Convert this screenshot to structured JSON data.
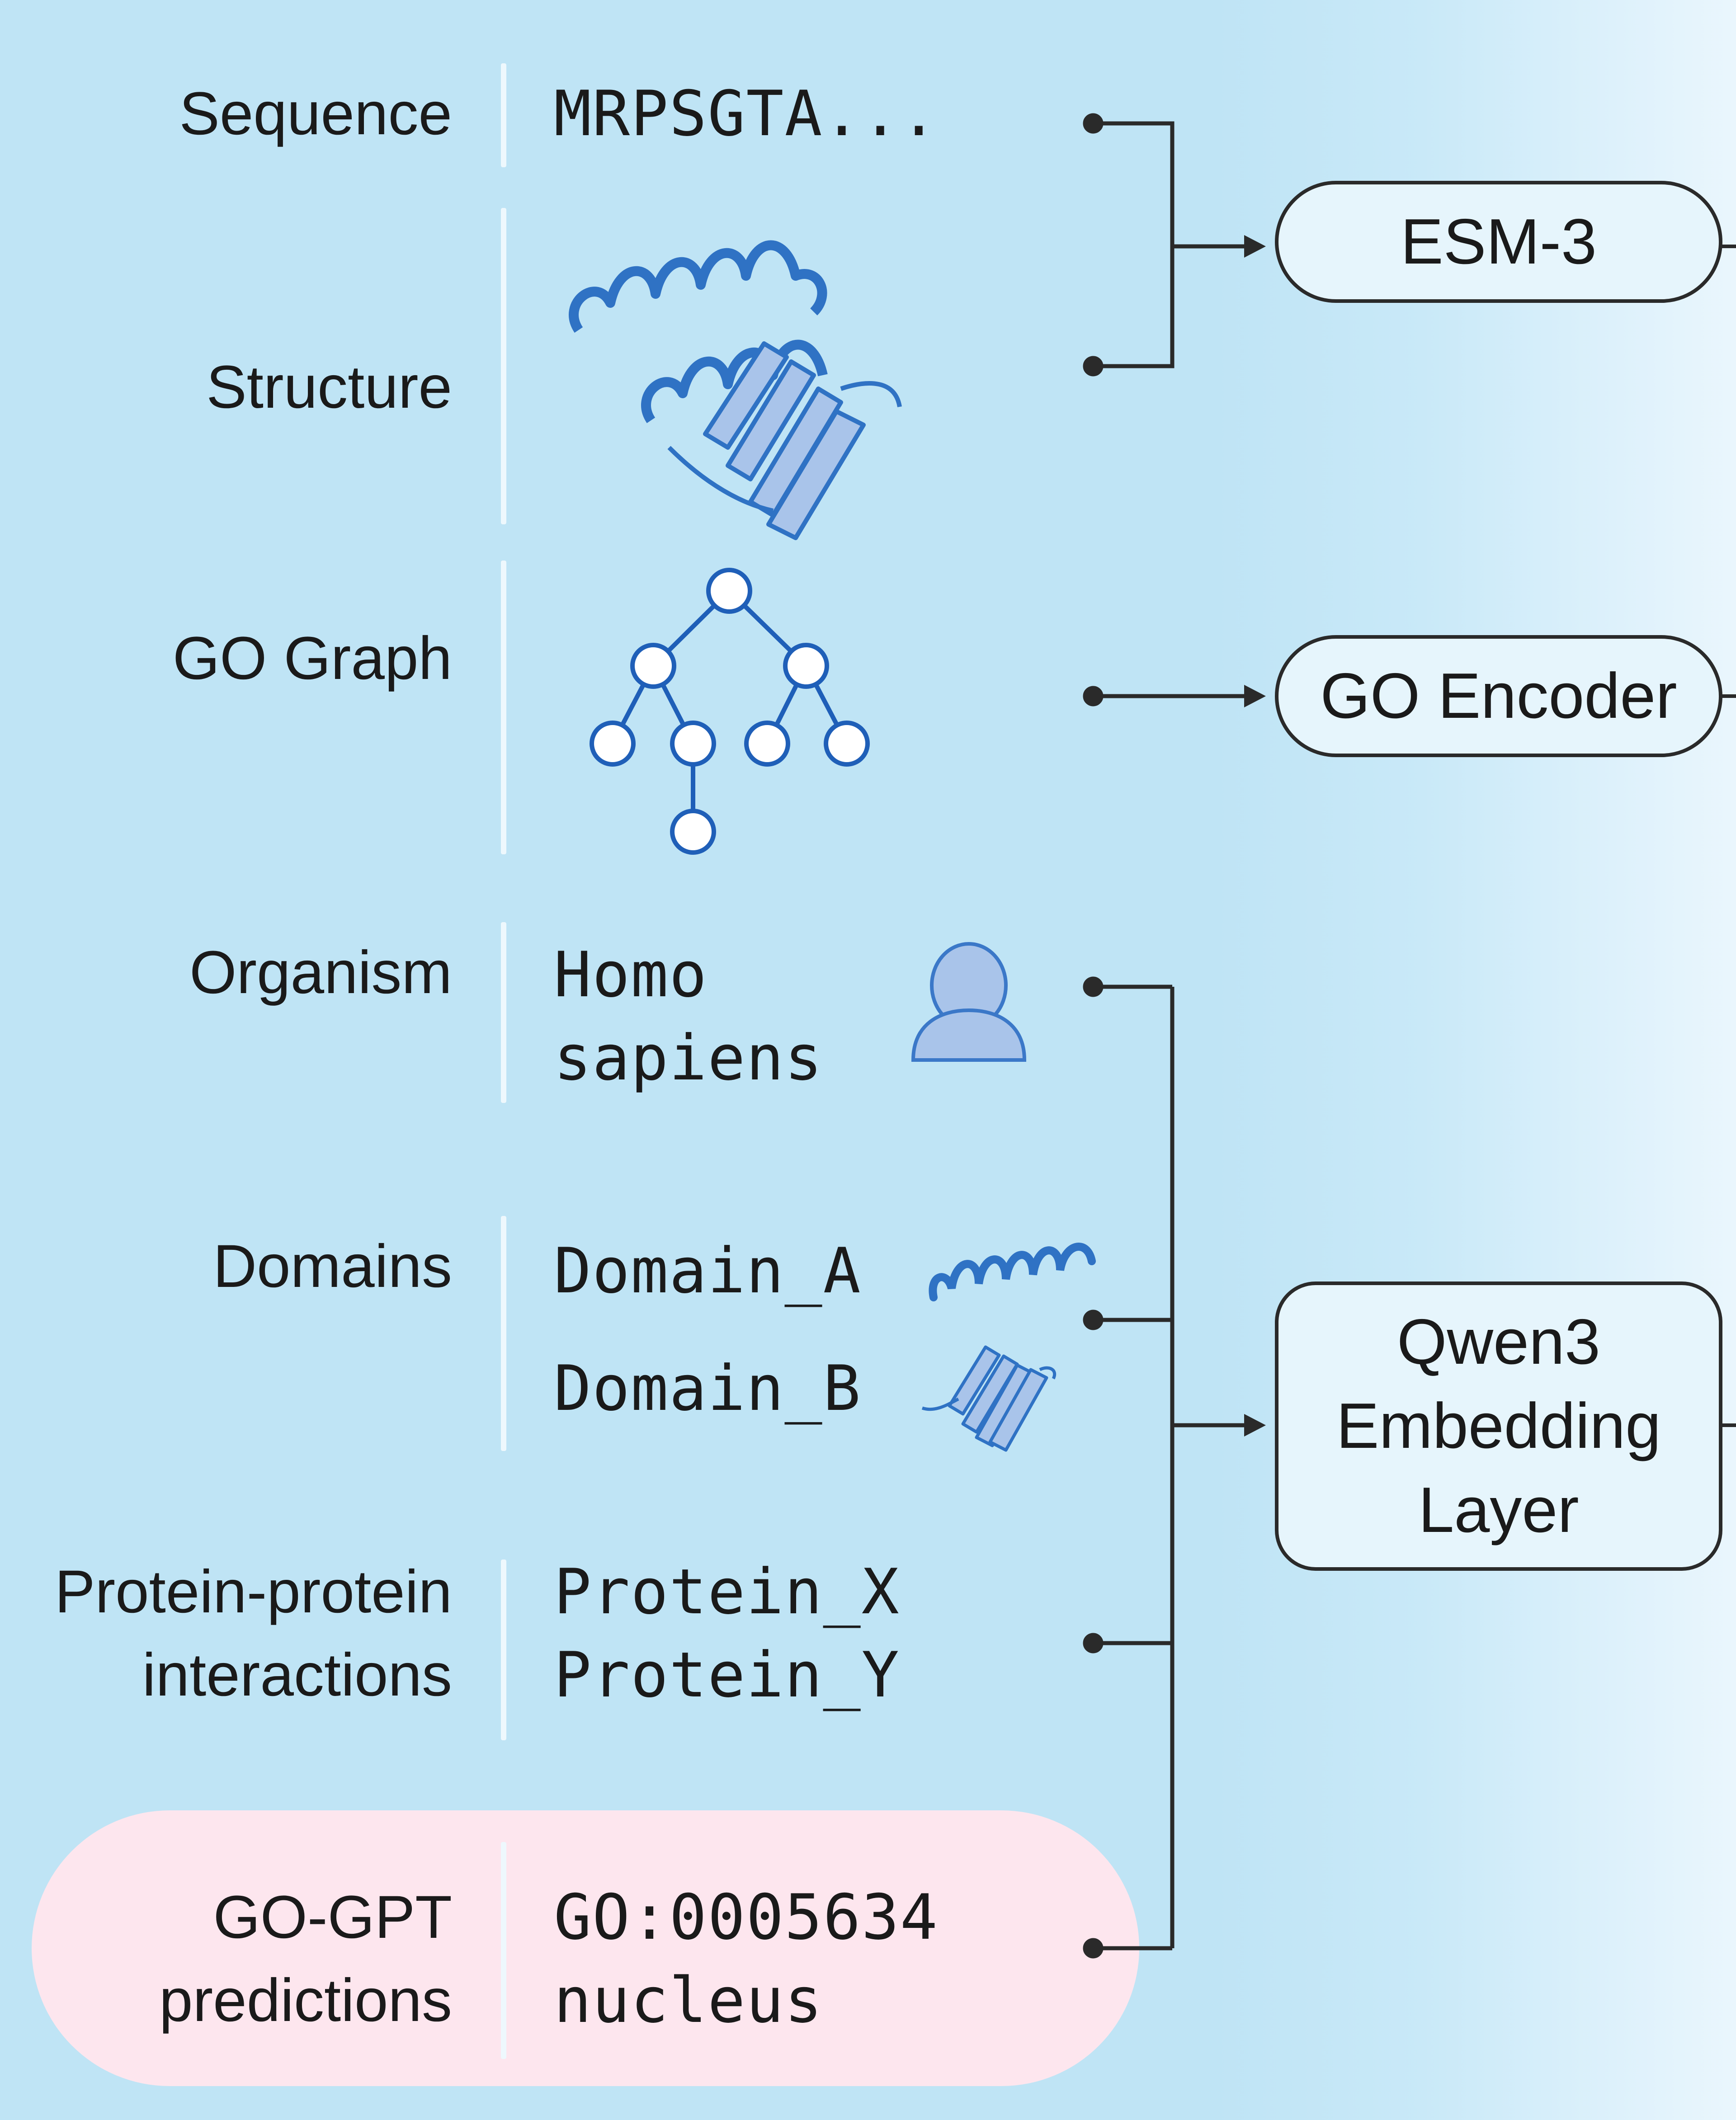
{
  "inputs": {
    "sequence": {
      "label": "Sequence",
      "value": "MRPSGTA..."
    },
    "structure": {
      "label": "Structure"
    },
    "go_graph": {
      "label": "GO Graph"
    },
    "organism": {
      "label": "Organism",
      "value_line1": "Homo",
      "value_line2": "sapiens"
    },
    "domains": {
      "label": "Domains",
      "value_a": "Domain_A",
      "value_b": "Domain_B"
    },
    "ppi": {
      "label_line1": "Protein-protein",
      "label_line2": "interactions",
      "value_a": "Protein_X",
      "value_b": "Protein_Y"
    },
    "go_gpt": {
      "label_line1": "GO-GPT",
      "label_line2": "predictions",
      "value_line1": "GO:0005634",
      "value_line2": "nucleus"
    }
  },
  "encoders": {
    "esm3": "ESM-3",
    "go_encoder": "GO Encoder",
    "qwen_line1": "Qwen3",
    "qwen_line2": "Embedding",
    "qwen_line3": "Layer"
  },
  "colors": {
    "background": "#bfe4f5",
    "highlight_pill": "#fde6ee",
    "icon_blue": "#2f72c4",
    "icon_fill": "#a9c4ea",
    "connector": "#2a2a2a"
  },
  "icons": {
    "structure": "protein-structure-icon",
    "go_graph": "tree-graph-icon",
    "organism": "person-icon",
    "domain_a": "alpha-helix-icon",
    "domain_b": "beta-sheet-icon"
  }
}
